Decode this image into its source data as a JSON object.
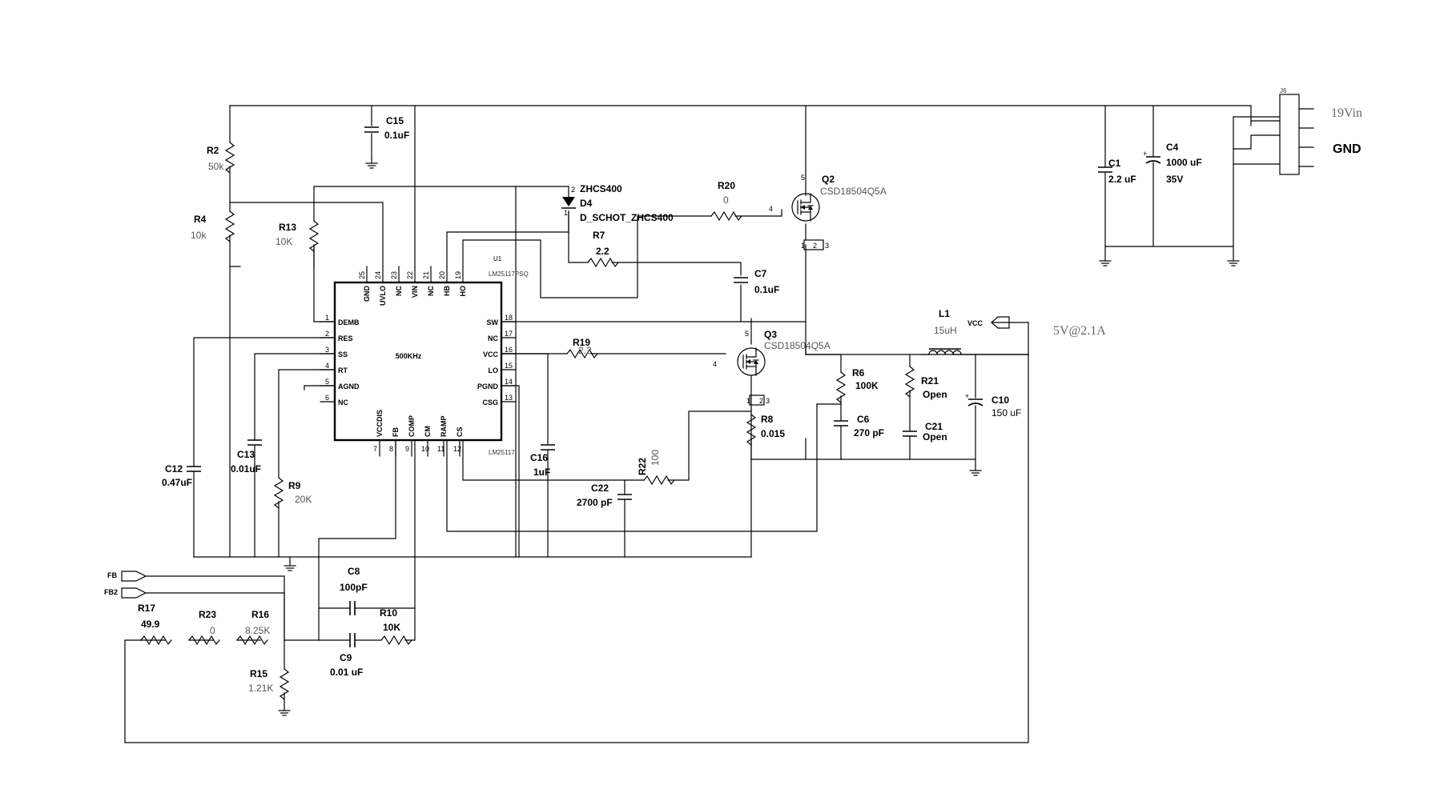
{
  "power": {
    "input": "19Vin",
    "ground": "GND",
    "output_net": "VCC",
    "output_spec": "5V@2.1A",
    "connector": "J6"
  },
  "ic": {
    "ref": "U1",
    "part": "LM25117PSQ",
    "part_short": "LM25117",
    "center_label": "500KHz"
  },
  "ic_pins_left": [
    {
      "num": "1",
      "name": "DEMB"
    },
    {
      "num": "2",
      "name": "RES"
    },
    {
      "num": "3",
      "name": "SS"
    },
    {
      "num": "4",
      "name": "RT"
    },
    {
      "num": "5",
      "name": "AGND"
    },
    {
      "num": "6",
      "name": "NC"
    }
  ],
  "ic_pins_right": [
    {
      "num": "18",
      "name": "SW"
    },
    {
      "num": "17",
      "name": "NC"
    },
    {
      "num": "16",
      "name": "VCC"
    },
    {
      "num": "15",
      "name": "LO"
    },
    {
      "num": "14",
      "name": "PGND"
    },
    {
      "num": "13",
      "name": "CSG"
    }
  ],
  "ic_pins_top": [
    {
      "num": "25",
      "name": "GND"
    },
    {
      "num": "24",
      "name": "UVLO"
    },
    {
      "num": "23",
      "name": "NC"
    },
    {
      "num": "22",
      "name": "VIN"
    },
    {
      "num": "21",
      "name": "NC"
    },
    {
      "num": "20",
      "name": "HB"
    },
    {
      "num": "19",
      "name": "HO"
    }
  ],
  "ic_pins_bottom": [
    {
      "num": "7",
      "name": "VCCDIS"
    },
    {
      "num": "8",
      "name": "FB"
    },
    {
      "num": "9",
      "name": "COMP"
    },
    {
      "num": "10",
      "name": "CM"
    },
    {
      "num": "11",
      "name": "RAMP"
    },
    {
      "num": "12",
      "name": "CS"
    }
  ],
  "components": {
    "r2": {
      "ref": "R2",
      "value": "50k"
    },
    "r4": {
      "ref": "R4",
      "value": "10k"
    },
    "r13": {
      "ref": "R13",
      "value": "10K"
    },
    "c15": {
      "ref": "C15",
      "value": "0.1uF"
    },
    "d4": {
      "ref": "D4",
      "part": "ZHCS400",
      "name": "D_SCHOT_ZHCS400"
    },
    "r7": {
      "ref": "R7",
      "value": "2.2"
    },
    "r20": {
      "ref": "R20",
      "value": "0"
    },
    "q2": {
      "ref": "Q2",
      "part": "CSD18504Q5A"
    },
    "c7": {
      "ref": "C7",
      "value": "0.1uF"
    },
    "q3": {
      "ref": "Q3",
      "part": "CSD18504Q5A"
    },
    "r19": {
      "ref": "R19",
      "value": "2.2"
    },
    "c16": {
      "ref": "C16",
      "value": "1uF"
    },
    "r22": {
      "ref": "R22",
      "value": "100"
    },
    "c22": {
      "ref": "C22",
      "value": "2700 pF"
    },
    "r8": {
      "ref": "R8",
      "value": "0.015"
    },
    "l1": {
      "ref": "L1",
      "value": "15uH"
    },
    "r6": {
      "ref": "R6",
      "value": "100K"
    },
    "c6": {
      "ref": "C6",
      "value": "270 pF"
    },
    "r21": {
      "ref": "R21",
      "value": "Open"
    },
    "c21": {
      "ref": "C21",
      "value": "Open"
    },
    "c10": {
      "ref": "C10",
      "value": "150 uF"
    },
    "c1": {
      "ref": "C1",
      "value": "2.2 uF"
    },
    "c4": {
      "ref": "C4",
      "value": "1000 uF",
      "rating": "35V"
    },
    "c12": {
      "ref": "C12",
      "value": "0.47uF"
    },
    "c13": {
      "ref": "C13",
      "value": "0.01uF"
    },
    "r9": {
      "ref": "R9",
      "value": "20K"
    },
    "c8": {
      "ref": "C8",
      "value": "100pF"
    },
    "r10": {
      "ref": "R10",
      "value": "10K"
    },
    "c9": {
      "ref": "C9",
      "value": "0.01 uF"
    },
    "r17": {
      "ref": "R17",
      "value": "49.9"
    },
    "r23": {
      "ref": "R23",
      "value": "0"
    },
    "r16": {
      "ref": "R16",
      "value": "8.25K"
    },
    "r15": {
      "ref": "R15",
      "value": "1.21K"
    }
  },
  "ports": {
    "fb": "FB",
    "fb2": "FB2"
  },
  "pin_numbers": {
    "d4_a": "2",
    "d4_k": "1",
    "q_gate": "4",
    "q_drain": "5",
    "q_s1": "1",
    "q_s2": "2",
    "q_s3": "3"
  }
}
